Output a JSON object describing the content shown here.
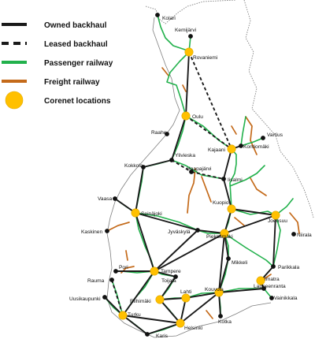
{
  "legend": {
    "items": [
      {
        "key": "owned",
        "label": "Owned backhaul",
        "symbol": "solid-line",
        "color": "#1a1a1a"
      },
      {
        "key": "leased",
        "label": "Leased backhaul",
        "symbol": "dashed-line",
        "color": "#1a1a1a"
      },
      {
        "key": "passenger",
        "label": "Passenger railway",
        "symbol": "line",
        "color": "#22b14c"
      },
      {
        "key": "freight",
        "label": "Freight railway",
        "symbol": "line",
        "color": "#c46a1a"
      },
      {
        "key": "corenet",
        "label": "Corenet locations",
        "symbol": "circle",
        "color": "#ffc000"
      }
    ]
  },
  "colors": {
    "backhaul": "#1a1a1a",
    "passenger": "#22b14c",
    "freight": "#c46a1a",
    "corenet": "#ffc000",
    "corenet_stroke": "#e0a800",
    "border": "#7f7f7f",
    "coast": "#7f7f7f"
  },
  "cities": [
    {
      "name": "Kolari",
      "type": "node"
    },
    {
      "name": "Kemijärvi",
      "type": "node"
    },
    {
      "name": "Rovaniemi",
      "type": "corenet"
    },
    {
      "name": "Oulu",
      "type": "corenet"
    },
    {
      "name": "Raahe",
      "type": "node"
    },
    {
      "name": "Vartius",
      "type": "node"
    },
    {
      "name": "Kajaani",
      "type": "corenet"
    },
    {
      "name": "Kontiomäki",
      "type": "node"
    },
    {
      "name": "Kokkola",
      "type": "node"
    },
    {
      "name": "Ylivieska",
      "type": "node"
    },
    {
      "name": "Haapajärvi",
      "type": "node"
    },
    {
      "name": "Iisalmi",
      "type": "node"
    },
    {
      "name": "Vaasa",
      "type": "node"
    },
    {
      "name": "Seinäjoki",
      "type": "corenet"
    },
    {
      "name": "Kuopio",
      "type": "corenet"
    },
    {
      "name": "Joensuu",
      "type": "corenet"
    },
    {
      "name": "Niirala",
      "type": "node"
    },
    {
      "name": "Kaskinen",
      "type": "node"
    },
    {
      "name": "Jyväskylä",
      "type": "node"
    },
    {
      "name": "Pieksämäki",
      "type": "corenet"
    },
    {
      "name": "Mikkeli",
      "type": "node"
    },
    {
      "name": "Parikkala",
      "type": "node"
    },
    {
      "name": "Pori",
      "type": "node"
    },
    {
      "name": "Tampere",
      "type": "corenet"
    },
    {
      "name": "Rauma",
      "type": "node"
    },
    {
      "name": "Toijala",
      "type": "node"
    },
    {
      "name": "Imatra",
      "type": "corenet"
    },
    {
      "name": "Lappeenranta",
      "type": "node"
    },
    {
      "name": "Vainikkala",
      "type": "node"
    },
    {
      "name": "Uusikaupunki",
      "type": "node"
    },
    {
      "name": "Riihimäki",
      "type": "corenet"
    },
    {
      "name": "Lahti",
      "type": "corenet"
    },
    {
      "name": "Kouvola",
      "type": "corenet"
    },
    {
      "name": "Turku",
      "type": "corenet"
    },
    {
      "name": "Kotka",
      "type": "node"
    },
    {
      "name": "Helsinki",
      "type": "corenet"
    },
    {
      "name": "Karis",
      "type": "node"
    }
  ],
  "backhaul_links": [
    {
      "from": "Rovaniemi",
      "to": "Oulu",
      "kind": "owned"
    },
    {
      "from": "Rovaniemi",
      "to": "Kajaani",
      "kind": "leased"
    },
    {
      "from": "Oulu",
      "to": "Kajaani",
      "kind": "leased"
    },
    {
      "from": "Oulu",
      "to": "Ylivieska",
      "kind": "owned"
    },
    {
      "from": "Kajaani",
      "to": "Kontiomäki",
      "kind": "owned"
    },
    {
      "from": "Kajaani",
      "to": "Iisalmi",
      "kind": "owned"
    },
    {
      "from": "Ylivieska",
      "to": "Kokkola",
      "kind": "owned"
    },
    {
      "from": "Ylivieska",
      "to": "Haapajärvi",
      "kind": "leased"
    },
    {
      "from": "Haapajärvi",
      "to": "Iisalmi",
      "kind": "leased"
    },
    {
      "from": "Iisalmi",
      "to": "Kuopio",
      "kind": "owned"
    },
    {
      "from": "Kokkola",
      "to": "Seinäjoki",
      "kind": "owned"
    },
    {
      "from": "Vaasa",
      "to": "Seinäjoki",
      "kind": "owned"
    },
    {
      "from": "Seinäjoki",
      "to": "Tampere",
      "kind": "owned"
    },
    {
      "from": "Seinäjoki",
      "to": "Jyväskylä",
      "kind": "owned"
    },
    {
      "from": "Jyväskylä",
      "to": "Pieksämäki",
      "kind": "owned"
    },
    {
      "from": "Jyväskylä",
      "to": "Tampere",
      "kind": "owned"
    },
    {
      "from": "Kuopio",
      "to": "Pieksämäki",
      "kind": "owned"
    },
    {
      "from": "Kuopio",
      "to": "Joensuu",
      "kind": "owned"
    },
    {
      "from": "Pieksämäki",
      "to": "Joensuu",
      "kind": "owned"
    },
    {
      "from": "Pieksämäki",
      "to": "Mikkeli",
      "kind": "owned"
    },
    {
      "from": "Pieksämäki",
      "to": "Tampere",
      "kind": "owned"
    },
    {
      "from": "Pieksämäki",
      "to": "Kouvola",
      "kind": "owned"
    },
    {
      "from": "Joensuu",
      "to": "Parikkala",
      "kind": "owned"
    },
    {
      "from": "Parikkala",
      "to": "Imatra",
      "kind": "owned"
    },
    {
      "from": "Imatra",
      "to": "Lappeenranta",
      "kind": "owned"
    },
    {
      "from": "Mikkeli",
      "to": "Kouvola",
      "kind": "owned"
    },
    {
      "from": "Tampere",
      "to": "Pori",
      "kind": "owned"
    },
    {
      "from": "Tampere",
      "to": "Toijala",
      "kind": "owned"
    },
    {
      "from": "Tampere",
      "to": "Turku",
      "kind": "owned"
    },
    {
      "from": "Toijala",
      "to": "Riihimäki",
      "kind": "owned"
    },
    {
      "from": "Riihimäki",
      "to": "Lahti",
      "kind": "owned"
    },
    {
      "from": "Riihimäki",
      "to": "Helsinki",
      "kind": "owned"
    },
    {
      "from": "Lahti",
      "to": "Kouvola",
      "kind": "owned"
    },
    {
      "from": "Lahti",
      "to": "Helsinki",
      "kind": "owned"
    },
    {
      "from": "Kouvola",
      "to": "Lappeenranta",
      "kind": "owned"
    },
    {
      "from": "Kouvola",
      "to": "Kotka",
      "kind": "owned"
    },
    {
      "from": "Kouvola",
      "to": "Helsinki",
      "kind": "owned"
    },
    {
      "from": "Turku",
      "to": "Helsinki",
      "kind": "owned"
    },
    {
      "from": "Turku",
      "to": "Karis",
      "kind": "owned"
    },
    {
      "from": "Karis",
      "to": "Helsinki",
      "kind": "owned"
    },
    {
      "from": "Rauma",
      "to": "Turku",
      "kind": "leased"
    },
    {
      "from": "Uusikaupunki",
      "to": "Turku",
      "kind": "owned"
    }
  ]
}
